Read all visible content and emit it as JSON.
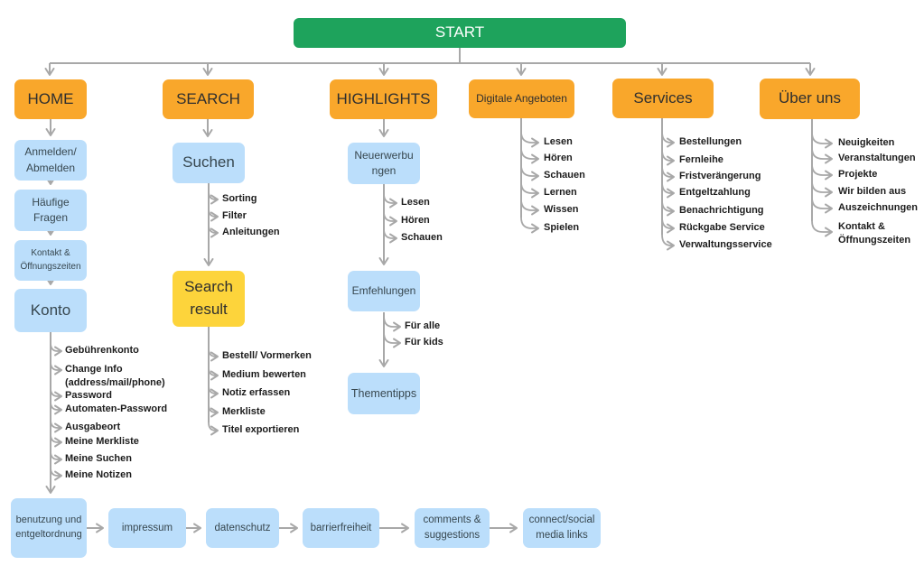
{
  "colors": {
    "start_green": "#1ea35c",
    "category_orange": "#f9a72b",
    "node_blue": "#bbdefb",
    "highlight_yellow": "#fdd43b",
    "connector_gray": "#a8a8a8",
    "label_text": "#1c1c1c"
  },
  "start_label": "START",
  "home": {
    "title": "HOME",
    "anmelden": "Anmelden/ Abmelden",
    "haeufige": "Häufige Fragen",
    "kontakt": "Kontakt & Öffnungszeiten",
    "konto": "Konto",
    "konto_items": [
      "Gebührenkonto",
      "Change Info (address/mail/phone)",
      "Password",
      "Automaten-Password",
      "Ausgabeort",
      "Meine Merkliste",
      "Meine Suchen",
      "Meine Notizen"
    ]
  },
  "search": {
    "title": "SEARCH",
    "suchen": "Suchen",
    "suchen_items": [
      "Sorting",
      "Filter",
      "Anleitungen"
    ],
    "result": "Search result",
    "result_items": [
      "Bestell/ Vormerken",
      "Medium bewerten",
      "Notiz erfassen",
      "Merkliste",
      "Titel exportieren"
    ]
  },
  "highlights": {
    "title": "HIGHLIGHTS",
    "neuerwerbungen": "Neuerwerbungen",
    "neu_items": [
      "Lesen",
      "Hören",
      "Schauen"
    ],
    "emfehlungen": "Emfehlungen",
    "emf_items": [
      "Für alle",
      "Für kids"
    ],
    "thementipps": "Thementipps"
  },
  "digitale": {
    "title": "Digitale Angeboten",
    "items": [
      "Lesen",
      "Hören",
      "Schauen",
      "Lernen",
      "Wissen",
      "Spielen"
    ]
  },
  "services": {
    "title": "Services",
    "items": [
      "Bestellungen",
      "Fernleihe",
      "Fristverängerung",
      "Entgeltzahlung",
      "Benachrichtigung",
      "Rückgabe Service",
      "Verwaltungsservice"
    ]
  },
  "ueber": {
    "title": "Über uns",
    "items": [
      "Neuigkeiten",
      "Veranstaltungen",
      "Projekte",
      "Wir bilden aus",
      "Auszeichnungen",
      "Kontakt & Öffnungszeiten"
    ]
  },
  "footer": {
    "items": [
      "benutzung und entgeltordnung",
      "impressum",
      "datenschutz",
      "barrierfreiheit",
      "comments & suggestions",
      "connect/social media links"
    ]
  }
}
